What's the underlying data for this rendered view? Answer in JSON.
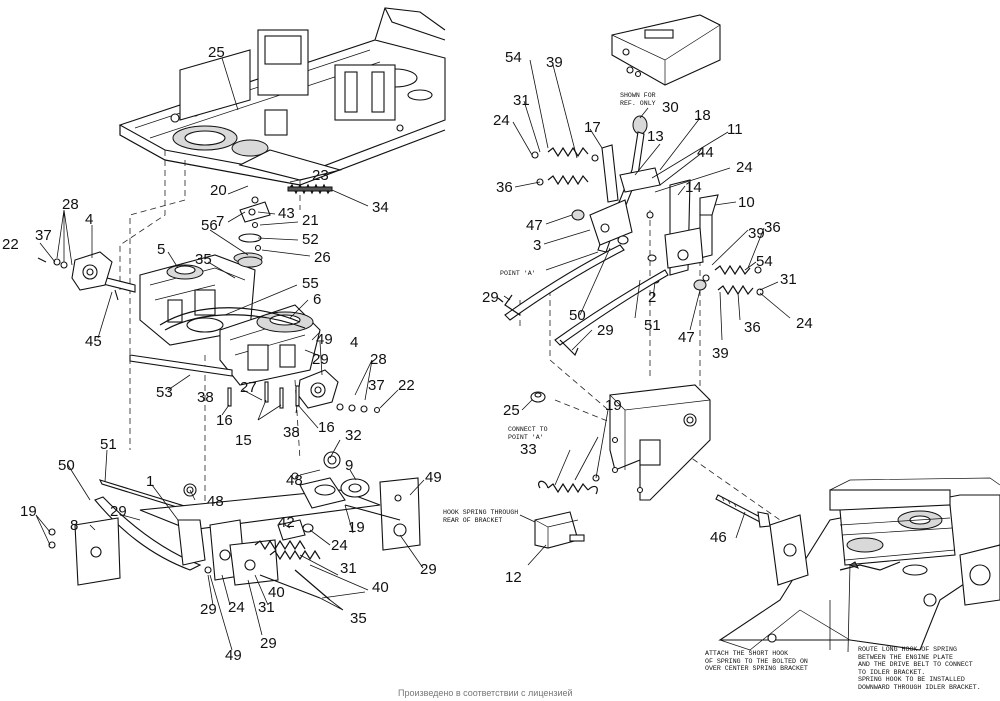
{
  "callouts": {
    "c25a": "25",
    "c28a": "28",
    "c4a": "4",
    "c22a": "22",
    "c37a": "37",
    "c5": "5",
    "c35a": "35",
    "c56": "56",
    "c20": "20",
    "c23": "23",
    "c34": "34",
    "c7": "7",
    "c43": "43",
    "c21": "21",
    "c52": "52",
    "c26": "26",
    "c55": "55",
    "c6": "6",
    "c45": "45",
    "c49a": "49",
    "c29a": "29",
    "c53": "53",
    "c4b": "4",
    "c28b": "28",
    "c37b": "37",
    "c22b": "22",
    "c38a": "38",
    "c27": "27",
    "c16a": "16",
    "c15": "15",
    "c38b": "38",
    "c16b": "16",
    "c51a": "51",
    "c50a": "50",
    "c1": "1",
    "c19a": "19",
    "c8": "8",
    "c29b": "29",
    "c48a": "48",
    "c32": "32",
    "c48b": "48",
    "c9": "9",
    "c49b": "49",
    "c19b": "19",
    "c42": "42",
    "c24a": "24",
    "c31a": "31",
    "c40a": "40",
    "c40b": "40",
    "c29c": "29",
    "c35b": "35",
    "c29d": "29",
    "c24b": "24",
    "c31b": "31",
    "c49c": "49",
    "c29e": "29",
    "c54a": "54",
    "c39a": "39",
    "c30": "30",
    "c18": "18",
    "c31c": "31",
    "c24c": "24",
    "c17": "17",
    "c13": "13",
    "c11": "11",
    "c44": "44",
    "c24d": "24",
    "c36a": "36",
    "c14": "14",
    "c10": "10",
    "c47a": "47",
    "c3": "3",
    "c39b": "39",
    "c36b": "36",
    "c54b": "54",
    "c31d": "31",
    "c29f": "29",
    "c2": "2",
    "c50b": "50",
    "c51b": "51",
    "c29g": "29",
    "c47b": "47",
    "c36c": "36",
    "c24e": "24",
    "c39c": "39",
    "c25b": "25",
    "c19c": "19",
    "c33": "33",
    "c46": "46",
    "c12": "12"
  },
  "notes": {
    "shown_for_ref": "SHOWN FOR\nREF. ONLY",
    "point_a": "POINT 'A'",
    "connect_point_a": "CONNECT TO\nPOINT 'A'",
    "hook_spring": "HOOK SPRING THROUGH\nREAR OF BRACKET",
    "attach_short_hook": "ATTACH THE SHORT HOOK\nOF SPRING TO THE BOLTED ON\nOVER CENTER SPRING BRACKET",
    "route_long_hook": "ROUTE LONG HOOK OF SPRING\nBETWEEN THE ENGINE PLATE\nAND THE DRIVE BELT TO CONNECT\nTO IDLER BRACKET.\nSPRING HOOK TO BE INSTALLED\nDOWNWARD THROUGH IDLER BRACKET."
  },
  "caption": "Произведено в соответствии с лицензией"
}
